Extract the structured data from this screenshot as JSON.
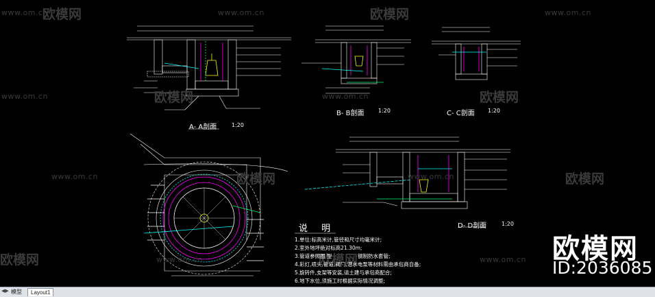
{
  "watermark": {
    "url": "www.om.cn",
    "brand": "欧模网"
  },
  "big_watermark": {
    "brand": "欧模网",
    "id": "ID:2036085"
  },
  "sections": {
    "aa": {
      "title": "A- A剖面",
      "scale": "1:20"
    },
    "bb": {
      "title": "B- B剖面",
      "scale": "1:20"
    },
    "cc": {
      "title": "C- C剖面",
      "scale": "1:20"
    },
    "dd": {
      "title": "D- D剖面",
      "scale": "1:20"
    }
  },
  "notes": {
    "heading": "说 明",
    "items": [
      "1.单位:标高米计,管径和尺寸均毫米计;",
      "2.室外地坪绝对标高21.30m;",
      "3.管道参照图 型　　　　　钢制防水套管;",
      "4.彩灯,喷头,管道,阀门,潜水电泵等材料需由承包商自备;",
      "5.旋转件,支架等安装,请土建与承包商配合;",
      "6.地下水位,须施工时根据实际情况调整;"
    ]
  },
  "layout_tabs": {
    "model": "模型",
    "layout": "Layout1"
  },
  "colors": {
    "background": "#000000",
    "line_white": "#ffffff",
    "line_cyan": "#00ffff",
    "line_magenta": "#ff00ff",
    "line_yellow": "#ffff00",
    "line_green": "#00ff66",
    "watermark": "#3a3a3a"
  }
}
